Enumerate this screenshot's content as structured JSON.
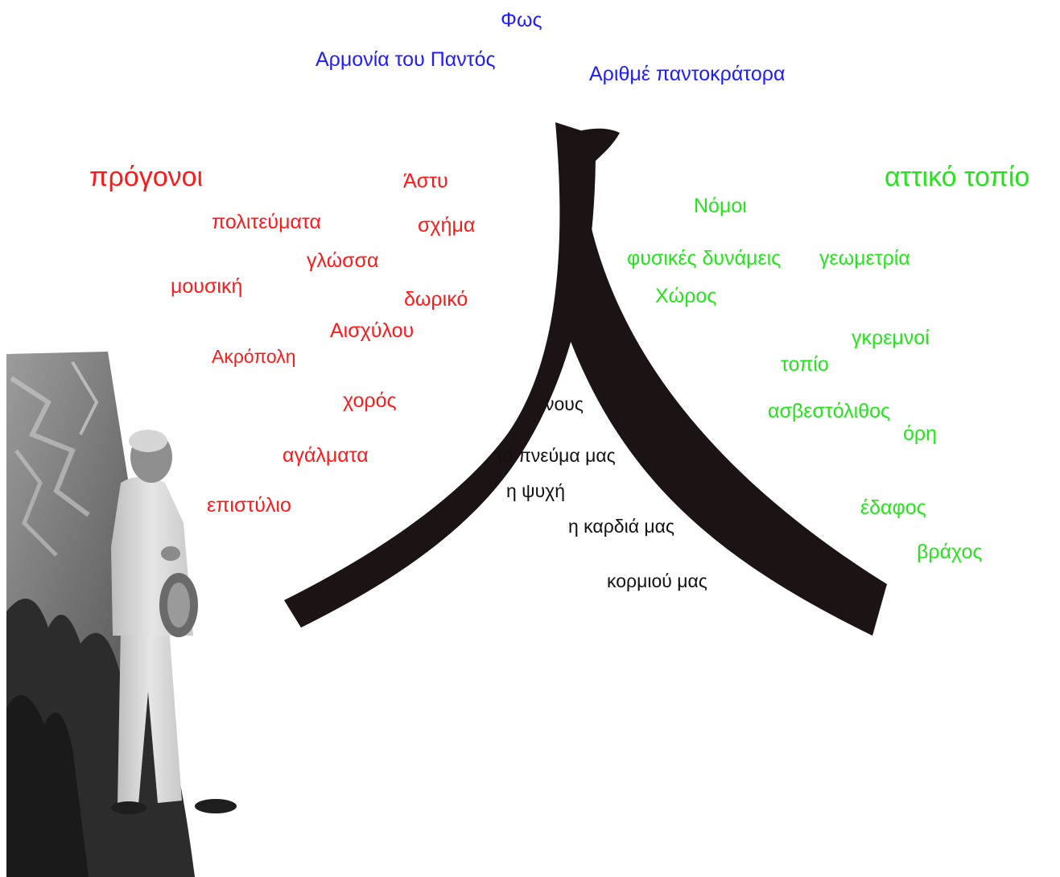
{
  "colors": {
    "top": "#1d1dff",
    "left": "#ff1a1a",
    "right": "#22e61a",
    "center": "#111111",
    "glyph": "#1c1414"
  },
  "top": {
    "light": "Φως",
    "harmony": "Αρμονία του Παντός",
    "number": "Αριθμέ παντοκράτορα"
  },
  "left": {
    "heading": "πρόγονοι",
    "astu": "Άστυ",
    "politeumata": "πολιτεύματα",
    "schima": "σχήμα",
    "glossa": "γλώσσα",
    "mousiki": "μουσική",
    "doriko": "δωρικό",
    "aischylou": "Αισχύλου",
    "akropoli": "Ακρόπολη",
    "choros": "χορός",
    "agalmata": "αγάλματα",
    "epistylio": "επιστύλιο"
  },
  "right": {
    "heading": "αττικό τοπίο",
    "nomoi": "Νόμοι",
    "fysikes": "φυσικές δυνάμεις",
    "geometria": "γεωμετρία",
    "choros": "Χώρος",
    "gkremnoi": "γκρεμνοί",
    "topio": "τοπίο",
    "asvestolithos": "ασβεστόλιθος",
    "ori": "όρη",
    "edafos": "έδαφος",
    "vrachos": "βράχος"
  },
  "center": {
    "nous": "νους",
    "pneuma": "το πνεύμα μας",
    "psychi": "η ψυχή",
    "kardia": "η καρδιά μας",
    "kormiou": "κορμιού μας"
  }
}
